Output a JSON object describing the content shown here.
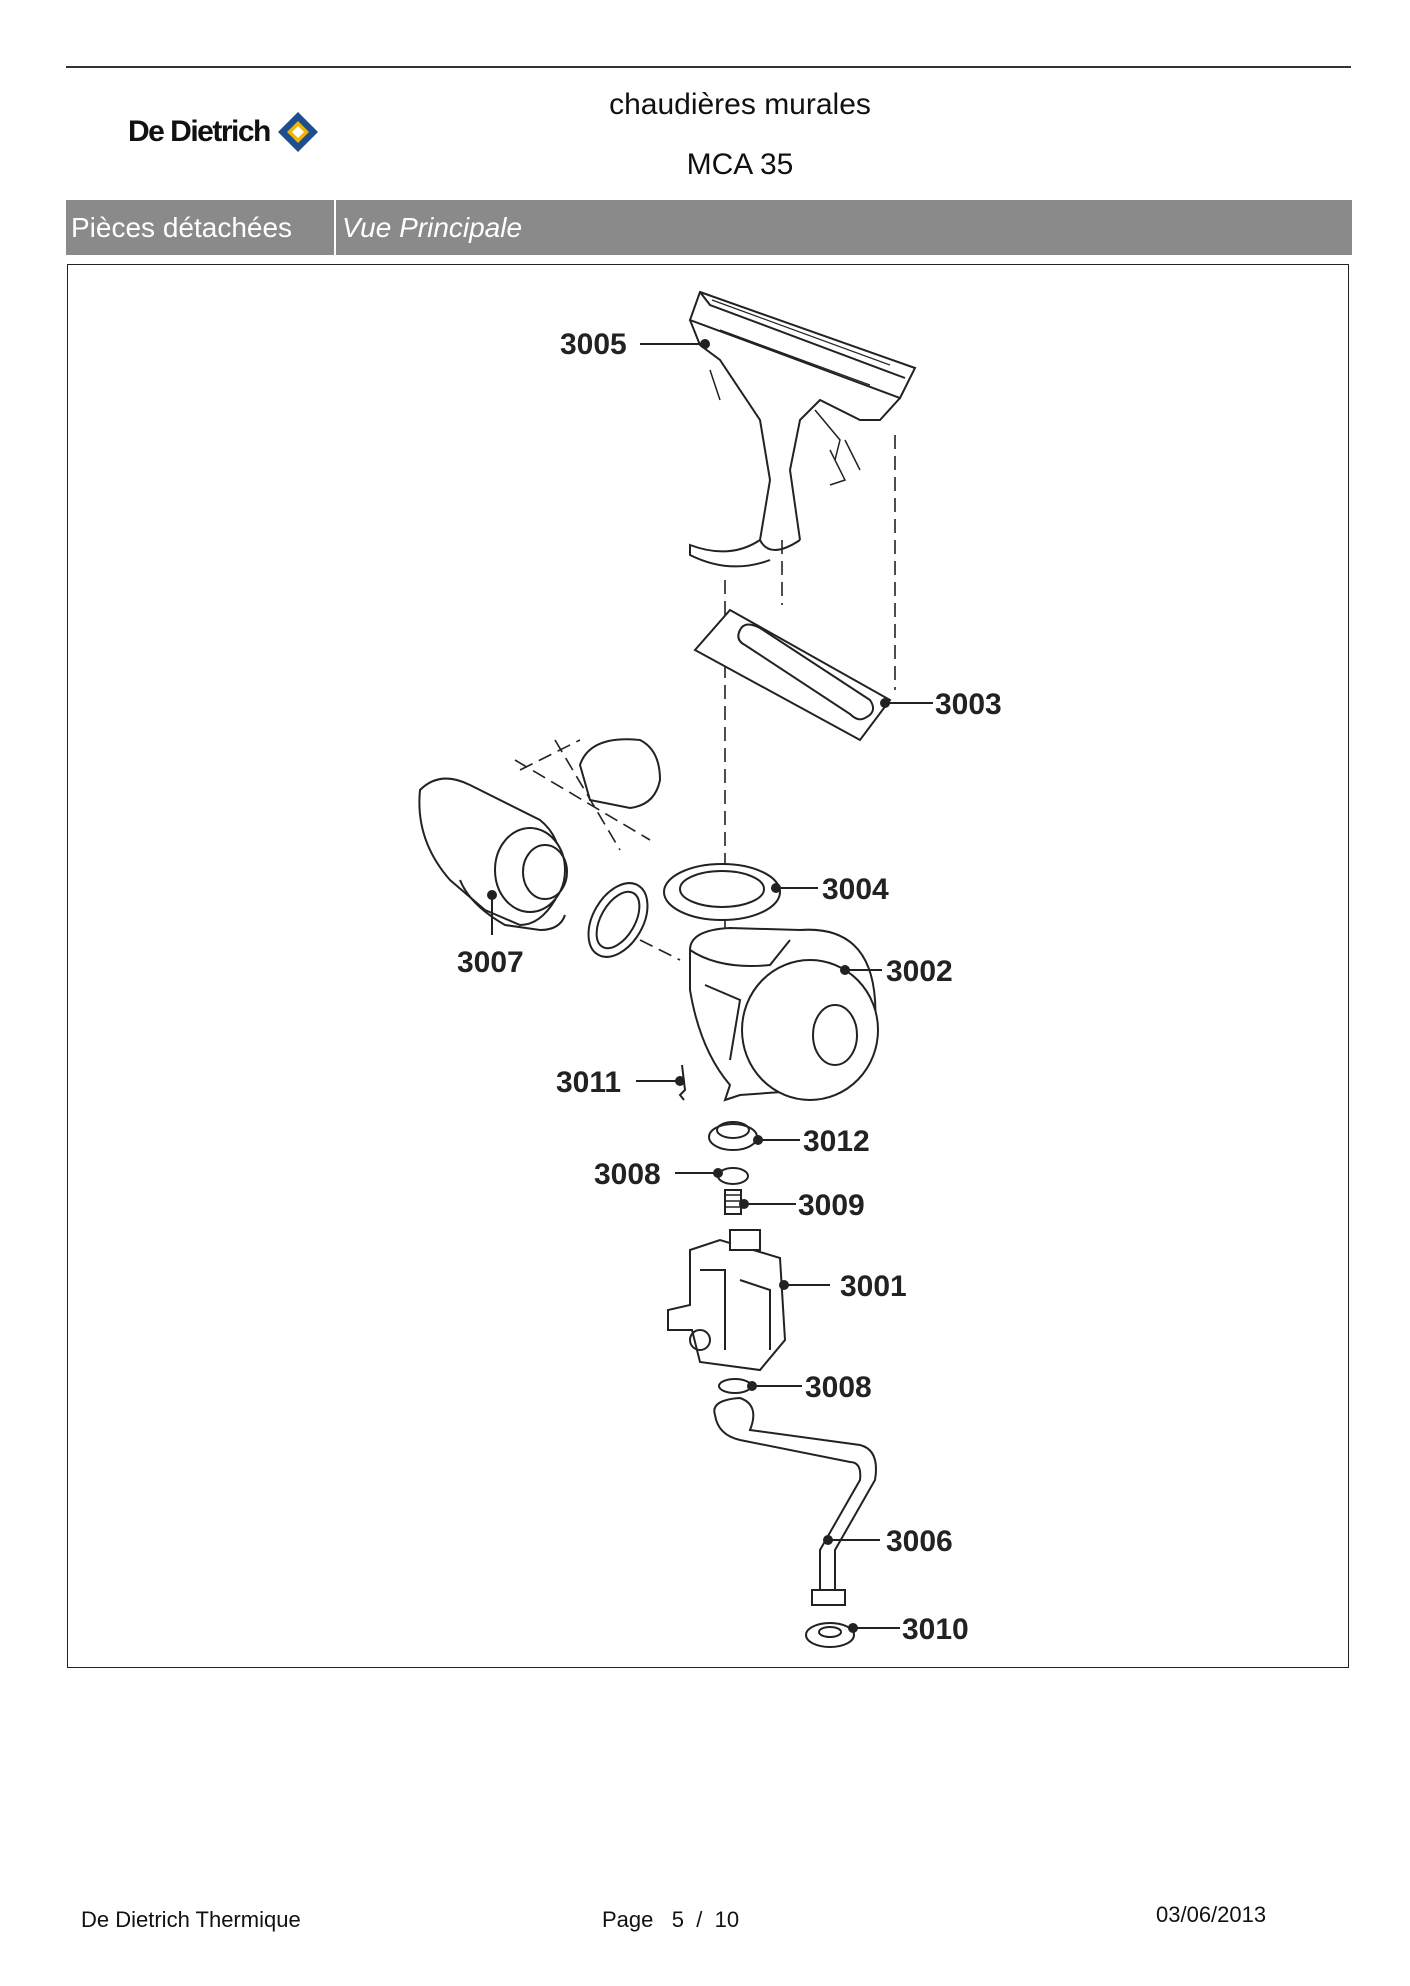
{
  "header": {
    "brand": "De Dietrich",
    "title_line1": "chaudières murales",
    "title_line2": "MCA 35"
  },
  "section_bar": {
    "left_label": "Pièces détachées",
    "right_label": "Vue Principale"
  },
  "diagram": {
    "callouts": [
      "3005",
      "3003",
      "3004",
      "3007",
      "3002",
      "3011",
      "3012",
      "3008",
      "3009",
      "3001",
      "3008",
      "3006",
      "3010"
    ]
  },
  "footer": {
    "company": "De Dietrich Thermique",
    "page_label": "Page",
    "page_current": "5",
    "page_sep": "/",
    "page_total": "10",
    "date": "03/06/2013"
  }
}
